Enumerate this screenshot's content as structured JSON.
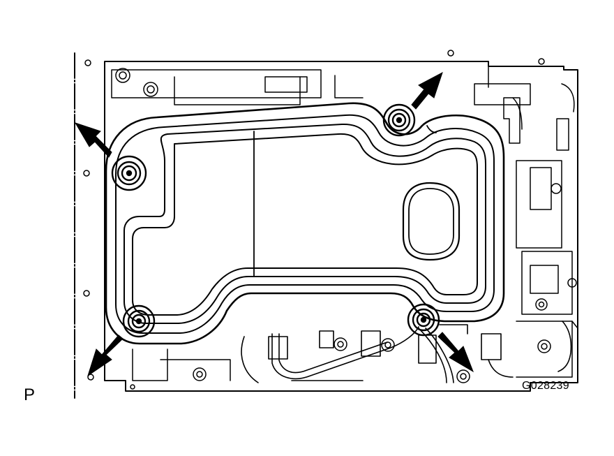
{
  "figure": {
    "corner_label": "P",
    "figure_id": "G028239",
    "line_color": "#000000",
    "background_color": "#ffffff",
    "bolts": [
      {
        "name": "bolt-top-right"
      },
      {
        "name": "bolt-upper-left"
      },
      {
        "name": "bolt-lower-left"
      },
      {
        "name": "bolt-lower-right"
      }
    ],
    "arrows": [
      {
        "name": "arrow-top-right"
      },
      {
        "name": "arrow-upper-left"
      },
      {
        "name": "arrow-lower-left"
      },
      {
        "name": "arrow-lower-right"
      }
    ]
  }
}
